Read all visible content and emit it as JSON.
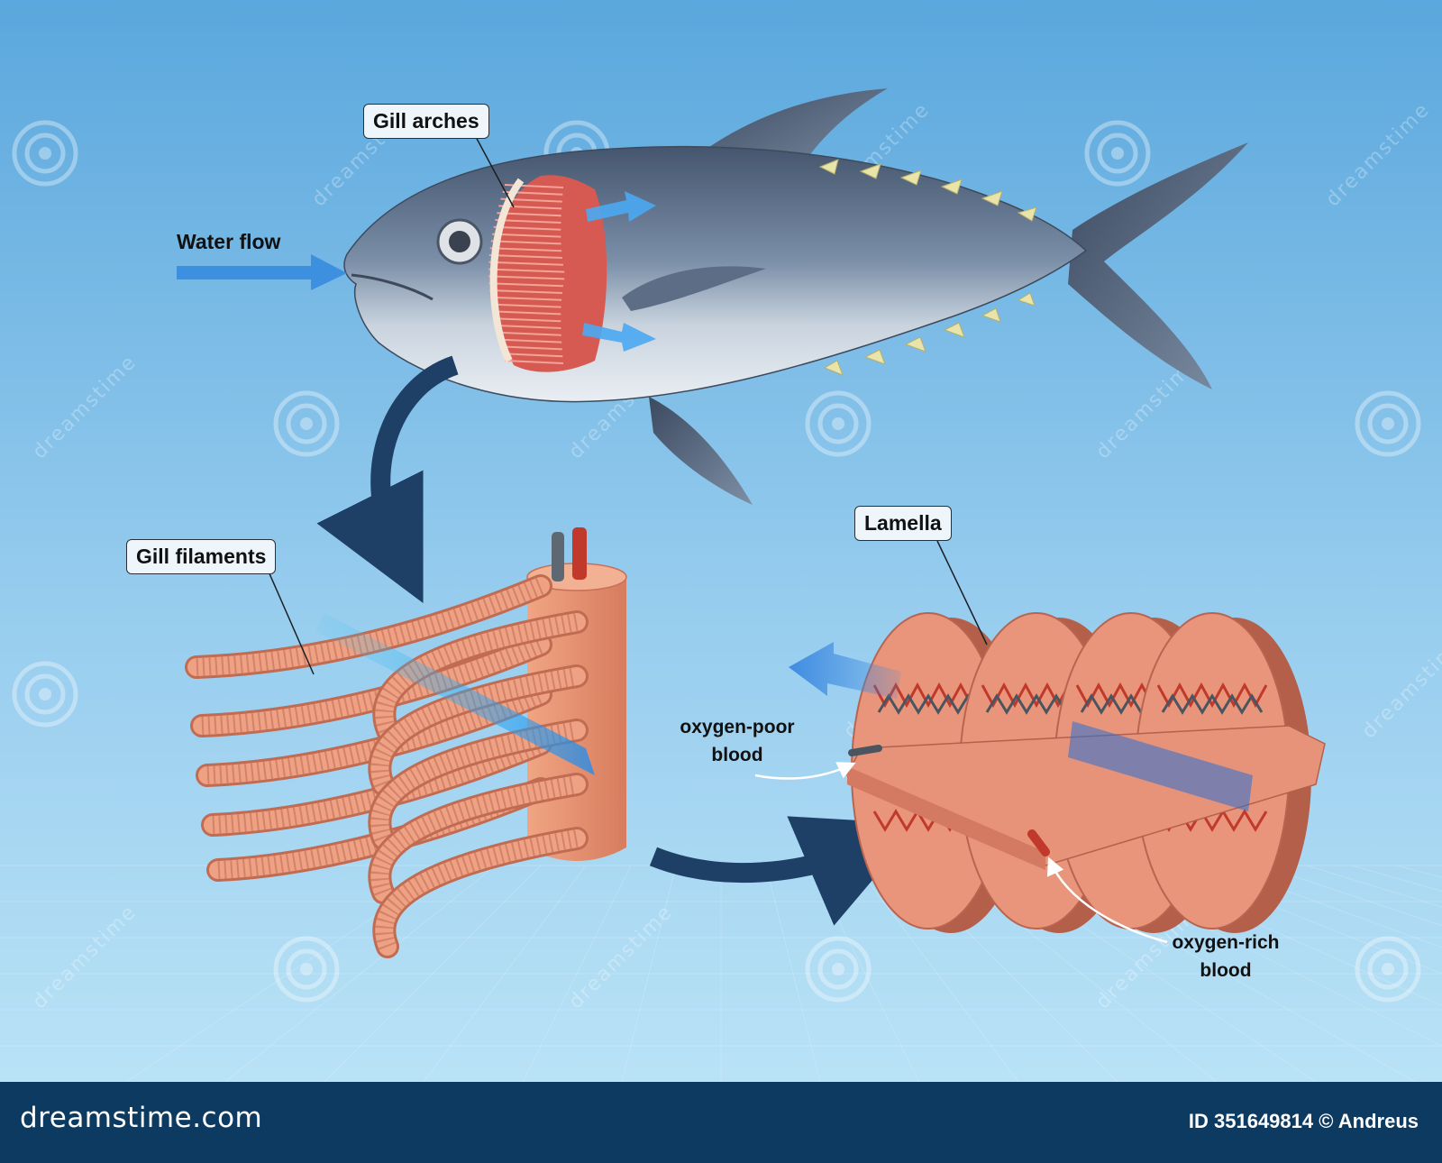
{
  "labels": {
    "water_flow": "Water flow",
    "gill_arches": "Gill arches",
    "gill_filaments": "Gill filaments",
    "lamella": "Lamella",
    "oxygen_poor_line1": "oxygen-poor",
    "oxygen_poor_line2": "blood",
    "oxygen_rich_line1": "oxygen-rich",
    "oxygen_rich_line2": "blood"
  },
  "watermark": {
    "text": "dreamstime"
  },
  "footer": {
    "brand": "dreamstime.com",
    "image_id": "ID 351649814",
    "author": "© Andreus"
  },
  "colors": {
    "background_top": "#5aa7dd",
    "background_bottom": "#b9e2f6",
    "footer": "#0c3a60",
    "flow_arrow": "#3d8fe0",
    "process_arrow": "#1e3f66",
    "tissue": "#e08a6c",
    "vessel_red": "#c0392b",
    "vessel_dark": "#4a5560",
    "fish_body": "#6f86a3"
  }
}
